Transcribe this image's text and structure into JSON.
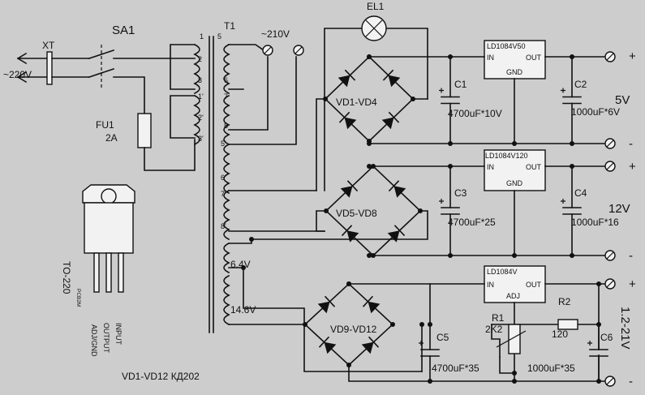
{
  "schematic": {
    "mains": {
      "connector": "XT",
      "voltage": "~220V"
    },
    "switch": {
      "label": "SA1"
    },
    "fuse": {
      "name": "FU1",
      "rating": "2A"
    },
    "transformer": {
      "name": "T1",
      "pins": [
        "1",
        "2",
        "3",
        "5",
        "6",
        "1'",
        "7",
        "2'",
        "8",
        "3'",
        "5'",
        "6'",
        "7'",
        "8'"
      ],
      "tap_64": "6.4V",
      "tap_146": "14.6V"
    },
    "lamp": {
      "name": "EL1",
      "voltage": "~210V"
    },
    "bridges": [
      "VD1-VD4",
      "VD5-VD8",
      "VD9-VD12"
    ],
    "regulators": [
      {
        "name": "LD1084V50",
        "in": "IN",
        "out": "OUT",
        "gnd": "GND"
      },
      {
        "name": "LD1084V120",
        "in": "IN",
        "out": "OUT",
        "gnd": "GND"
      },
      {
        "name": "LD1084V",
        "in": "IN",
        "out": "OUT",
        "adj": "ADJ"
      }
    ],
    "capacitors": [
      {
        "name": "C1",
        "value": "4700uF*10V"
      },
      {
        "name": "C2",
        "value": "1000uF*6V"
      },
      {
        "name": "C3",
        "value": "4700uF*25"
      },
      {
        "name": "C4",
        "value": "1000uF*16"
      },
      {
        "name": "C5",
        "value": "4700uF*35"
      },
      {
        "name": "C6",
        "value": "1000uF*35"
      }
    ],
    "r1": {
      "name": "R1",
      "value": "2K2"
    },
    "r2": {
      "name": "R2",
      "value": "120"
    },
    "outputs": {
      "o5": "5V",
      "o12": "12V",
      "oadj": "1.2-21V",
      "plus": "+",
      "minus": "-"
    },
    "package": {
      "name": "TO-220",
      "marking": "PCB2M",
      "pin_adj": "ADJ/GND",
      "pin_out": "OUTPUT",
      "pin_in": "INPUT"
    },
    "diodes_note": "VD1-VD12 КД202"
  }
}
